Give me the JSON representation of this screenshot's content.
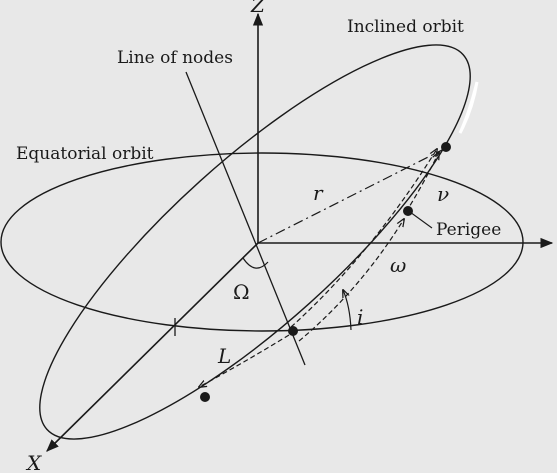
{
  "colors": {
    "background": "#e8e8e8",
    "stroke": "#1a1a1a",
    "highlight": "#ffffff"
  },
  "labels": {
    "z_axis": "Z",
    "x_axis": "X",
    "inclined_orbit": "Inclined orbit",
    "line_of_nodes": "Line of nodes",
    "equatorial_orbit": "Equatorial orbit",
    "perigee": "Perigee",
    "r": "r",
    "nu": "ν",
    "omega": "ω",
    "raan": "Ω",
    "inclination": "i",
    "L": "L"
  }
}
